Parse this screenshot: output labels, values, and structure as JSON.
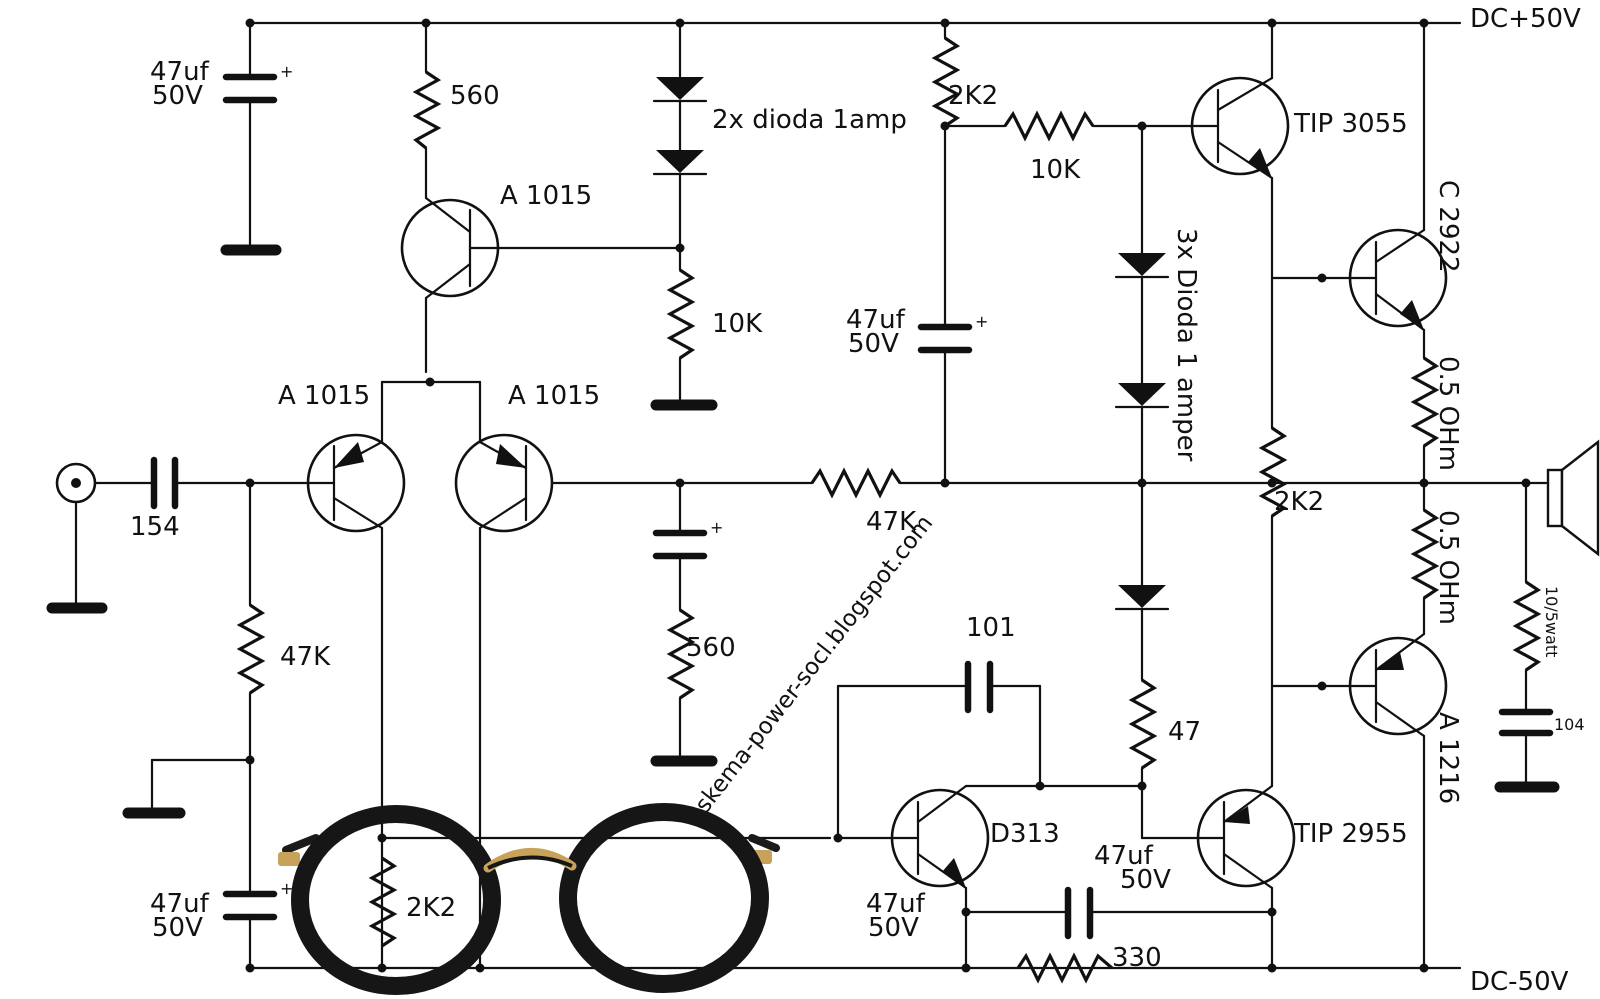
{
  "labels": {
    "rail_pos": "DC+50V",
    "rail_neg": "DC-50V",
    "c_top_left_val": "47uf",
    "c_top_left_v": "50V",
    "r560_top": "560",
    "q_top": "A 1015",
    "diodes_2x": "2x dioda 1amp",
    "r10k_left": "10K",
    "q_diff_left": "A 1015",
    "q_diff_right": "A 1015",
    "c_in": "154",
    "r47k_bias": "47K",
    "c_bot_left_val": "47uf",
    "c_bot_left_v": "50V",
    "r2k2_bottom": "2K2",
    "r560_mid": "560",
    "r47k_fb": "47K",
    "r2k2_top": "2K2",
    "r10k_top": "10K",
    "c_mid_val": "47uf",
    "c_mid_v": "50V",
    "q_tip3055": "TIP 3055",
    "diodes_3x": "3x Dioda 1 amper",
    "q_c2922": "C 2922",
    "r05_top": "0.5 OHm",
    "r2k2_right": "2K2",
    "r05_bot": "0.5 OHm",
    "q_a1216": "A 1216",
    "r_zobel": "10/5watt",
    "c_zobel": "104",
    "c_101": "101",
    "r47": "47",
    "q_d313": "D313",
    "c_boot_val": "47uf",
    "c_boot_v": "50V",
    "c_d313_val": "47uf",
    "c_d313_v": "50V",
    "q_tip2955": "TIP 2955",
    "r330": "330",
    "watermark": "skema-power-socl.blogspot.com"
  },
  "overlay": {
    "icon": "eyeglasses-icon",
    "frame_color": "#161616",
    "bridge_color": "#c9a25a"
  },
  "colors": {
    "ink": "#111111",
    "paper": "#ffffff"
  }
}
